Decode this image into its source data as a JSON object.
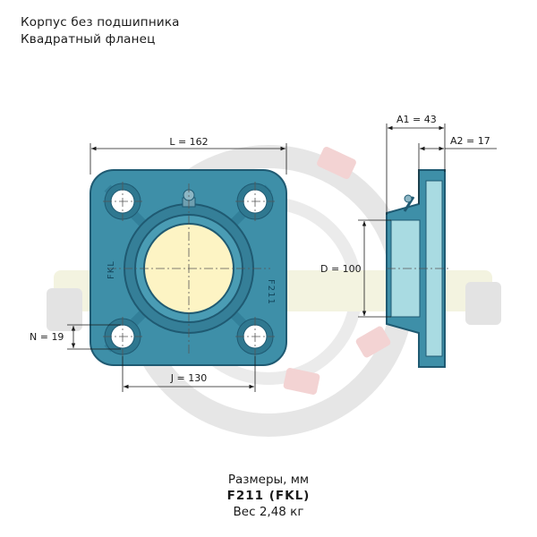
{
  "header": {
    "line1": "Корпус без подшипника",
    "line2": "Квадратный фланец"
  },
  "dimensions": {
    "L": "L = 162",
    "J": "J = 130",
    "N": "N = 19",
    "D": "D = 100",
    "A1": "A1 = 43",
    "A2": "A2 = 17"
  },
  "markings": {
    "left": "FKL",
    "right": "F211"
  },
  "caption": {
    "units": "Размеры, мм",
    "model": "F211 (FKL)",
    "weight": "Вес 2,48 кг"
  },
  "colors": {
    "housing": "#3e8fa8",
    "housing_dark": "#1f5a72",
    "bore": "#fdf4c4",
    "side_face": "#a9dbe2"
  }
}
